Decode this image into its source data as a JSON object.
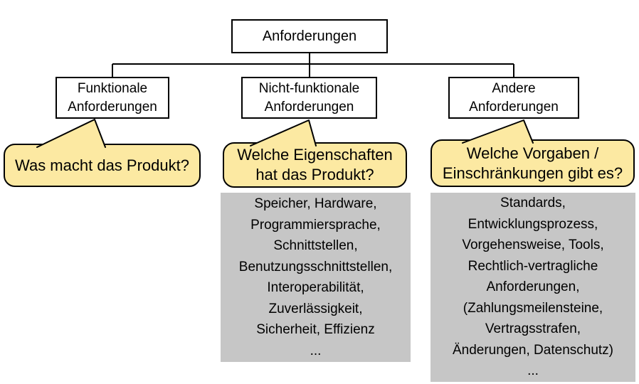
{
  "colors": {
    "callout_fill": "#FCE9A2",
    "examples_fill": "#C6C6C6",
    "line": "#000000",
    "node_fill": "#FFFFFF"
  },
  "diagram": {
    "root_label": "Anforderungen",
    "branches": [
      {
        "label": "Funktionale\nAnforderungen",
        "question": "Was macht das Produkt?"
      },
      {
        "label": "Nicht-funktionale\nAnforderungen",
        "question": "Welche Eigenschaften\nhat das Produkt?",
        "examples": "Speicher, Hardware,\nProgrammiersprache,\nSchnittstellen,\nBenutzungsschnittstellen,\nInteroperabilität,\nZuverlässigkeit,\nSicherheit, Effizienz\n..."
      },
      {
        "label": "Andere\nAnforderungen",
        "question": "Welche Vorgaben /\nEinschränkungen gibt es?",
        "examples": "Standards,\nEntwicklungsprozess,\nVorgehensweise, Tools,\nRechtlich-vertragliche\nAnforderungen,\n(Zahlungsmeilensteine,\nVertragsstrafen,\nÄnderungen, Datenschutz)\n..."
      }
    ]
  }
}
